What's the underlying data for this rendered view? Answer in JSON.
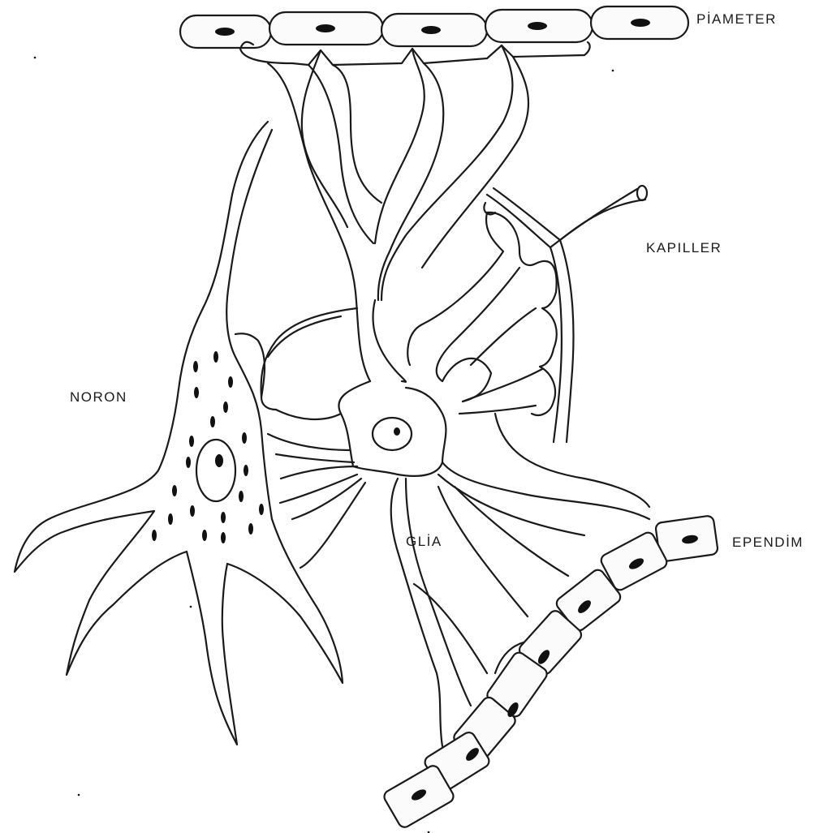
{
  "labels": {
    "piameter": "PİAMETER",
    "kapiller": "KAPILLER",
    "noron": "NORON",
    "glia": "GLİA",
    "ependim": "EPENDİM"
  },
  "colors": {
    "ink": "#1a1a1a",
    "background": "#ffffff"
  }
}
